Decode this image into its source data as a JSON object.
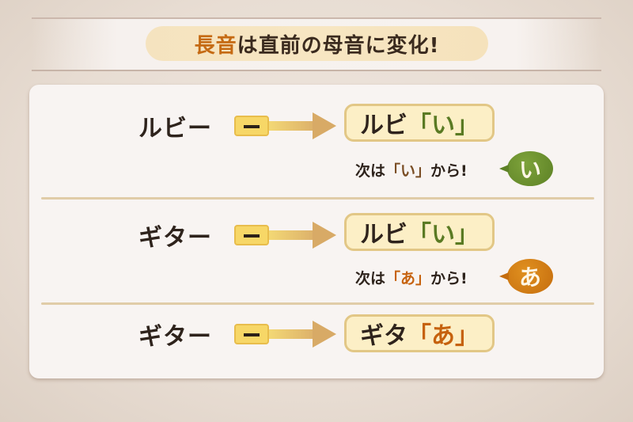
{
  "header": {
    "title_accent": "長音",
    "title_rest": "は直前の母音に変化!"
  },
  "rows": [
    {
      "word": "ルビー",
      "dash": "ー",
      "result_base": "ルビ",
      "result_vowel": "「い」",
      "hint_pre": "次は",
      "hint_vowel": "「い」",
      "hint_post": "から!",
      "bubble": "い",
      "bubble_color": "#6a8f2e"
    },
    {
      "word": "ギター",
      "dash": "ー",
      "result_base": "ルビ",
      "result_vowel": "「い」",
      "hint_pre": "次は",
      "hint_vowel": "「あ」",
      "hint_post": "から!",
      "bubble": "あ",
      "bubble_color": "#d07a14"
    },
    {
      "word": "ギター",
      "dash": "ー",
      "result_base": "ギタ",
      "result_vowel": "「あ」"
    }
  ],
  "colors": {
    "accent_orange": "#c56a13",
    "accent_green": "#5a7a23",
    "dash_yellow": "#f7d767",
    "result_bg": "#fcefc6"
  }
}
